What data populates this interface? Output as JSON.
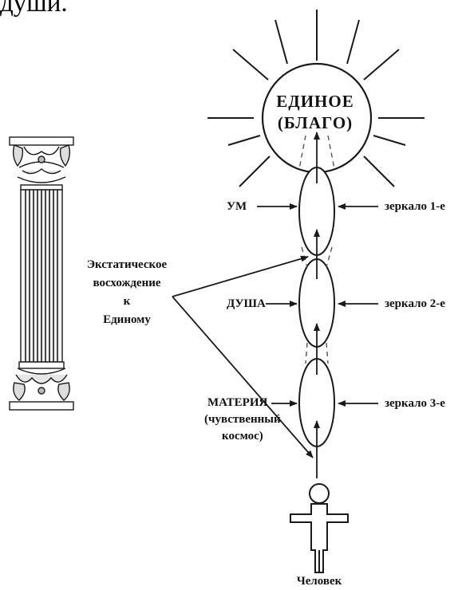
{
  "heading_fragment": "души.",
  "one": {
    "line1": "ЕДИНОЕ",
    "line2": "(БЛАГО)"
  },
  "left_labels": {
    "um": "УМ",
    "dusha": "ДУША",
    "materia_line1": "МАТЕРИЯ",
    "materia_line2": "(чувственный",
    "materia_line3": "космос)"
  },
  "mirrors": [
    "зеркало 1-е",
    "зеркало 2-е",
    "зеркало 3-е"
  ],
  "ascent": [
    "Экстатическое",
    "восхождение",
    "к",
    "Единому"
  ],
  "human": "Человек",
  "colors": {
    "ink": "#1a1a1a",
    "background": "#ffffff"
  },
  "icons": [
    "sun-icon",
    "column-icon",
    "human-figure-icon"
  ]
}
